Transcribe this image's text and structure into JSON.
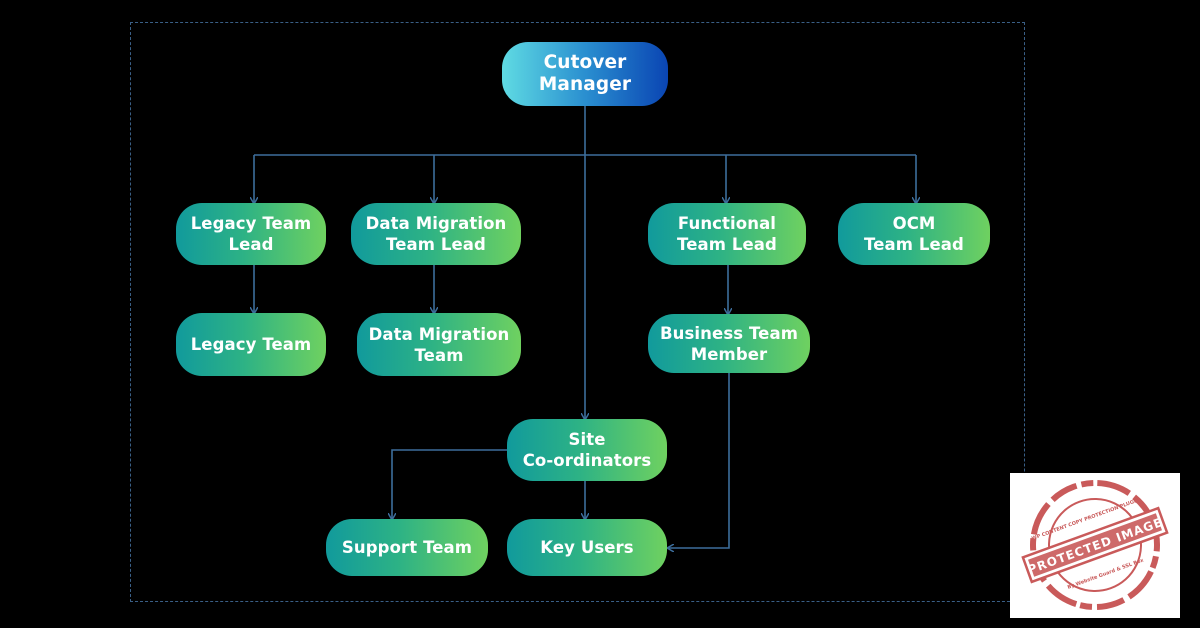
{
  "diagram": {
    "nodes": {
      "cutover_manager": "Cutover\nManager",
      "legacy_team_lead": "Legacy Team\nLead",
      "data_migration_team_lead": "Data Migration\nTeam Lead",
      "functional_team_lead": "Functional\nTeam Lead",
      "ocm_team_lead": "OCM\nTeam Lead",
      "legacy_team": "Legacy Team",
      "data_migration_team": "Data Migration\nTeam",
      "business_team_member": "Business Team\nMember",
      "site_coordinators": "Site\nCo-ordinators",
      "support_team": "Support Team",
      "key_users": "Key Users"
    },
    "edges": [
      [
        "cutover_manager",
        "legacy_team_lead"
      ],
      [
        "cutover_manager",
        "data_migration_team_lead"
      ],
      [
        "cutover_manager",
        "functional_team_lead"
      ],
      [
        "cutover_manager",
        "ocm_team_lead"
      ],
      [
        "cutover_manager",
        "site_coordinators"
      ],
      [
        "legacy_team_lead",
        "legacy_team"
      ],
      [
        "data_migration_team_lead",
        "data_migration_team"
      ],
      [
        "functional_team_lead",
        "business_team_member"
      ],
      [
        "site_coordinators",
        "support_team"
      ],
      [
        "site_coordinators",
        "key_users"
      ],
      [
        "business_team_member",
        "key_users"
      ]
    ],
    "colors": {
      "node_gradient": [
        "#119a9c",
        "#2db285",
        "#6fd160"
      ],
      "top_gradient": [
        "#5fdbe3",
        "#2a8fd0",
        "#0a45b3"
      ],
      "connector": "#3d6e9c",
      "background": "#000000"
    }
  },
  "watermark": {
    "text": "PROTECTED IMAGE",
    "ring_text": "WP CONTENT COPY PROTECTION PLUGIN",
    "footer_text": "By Website Guard & SSL Box",
    "color": "#c95a5a"
  }
}
